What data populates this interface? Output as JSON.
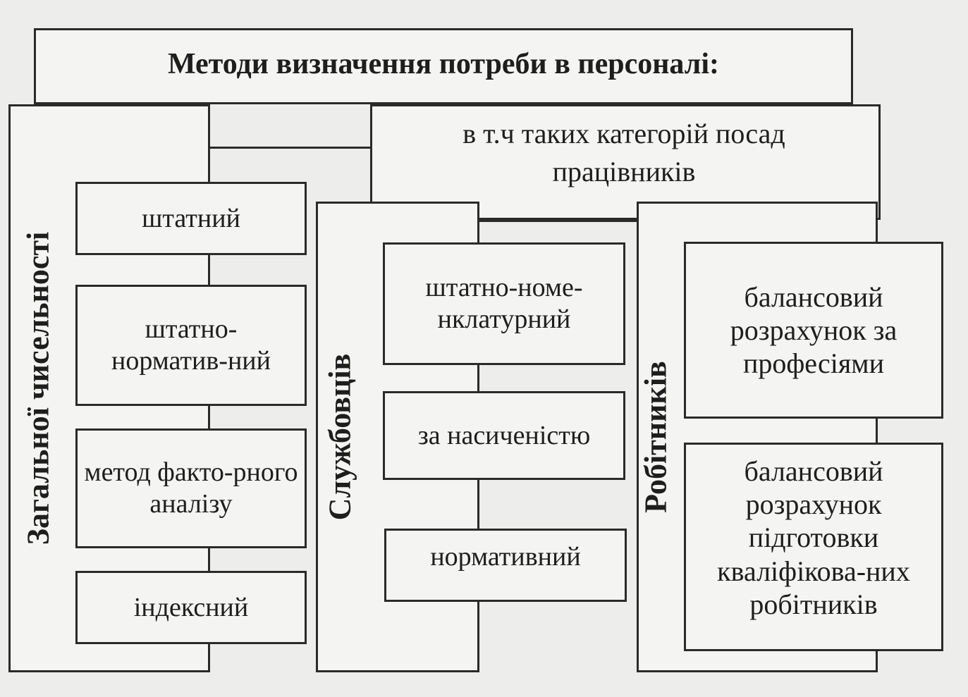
{
  "title": "Методи визначення потреби в персоналі:",
  "subtitle": "в т.ч  таких категорій посад працівників",
  "columns": {
    "total": {
      "label": "Загальної чисельності",
      "methods": [
        "штатний",
        "штатно-норматив-ний",
        "метод факто-рного аналізу",
        "індексний"
      ]
    },
    "employees": {
      "label": "Службовців",
      "methods": [
        "штатно-номе-нклатурний",
        "за насиченістю",
        "нормативний"
      ]
    },
    "workers": {
      "label": "Робітників",
      "methods": [
        "балансовий розрахунок за професіями",
        "балансовий розрахунок підготовки кваліфікова-них робітників"
      ]
    }
  }
}
